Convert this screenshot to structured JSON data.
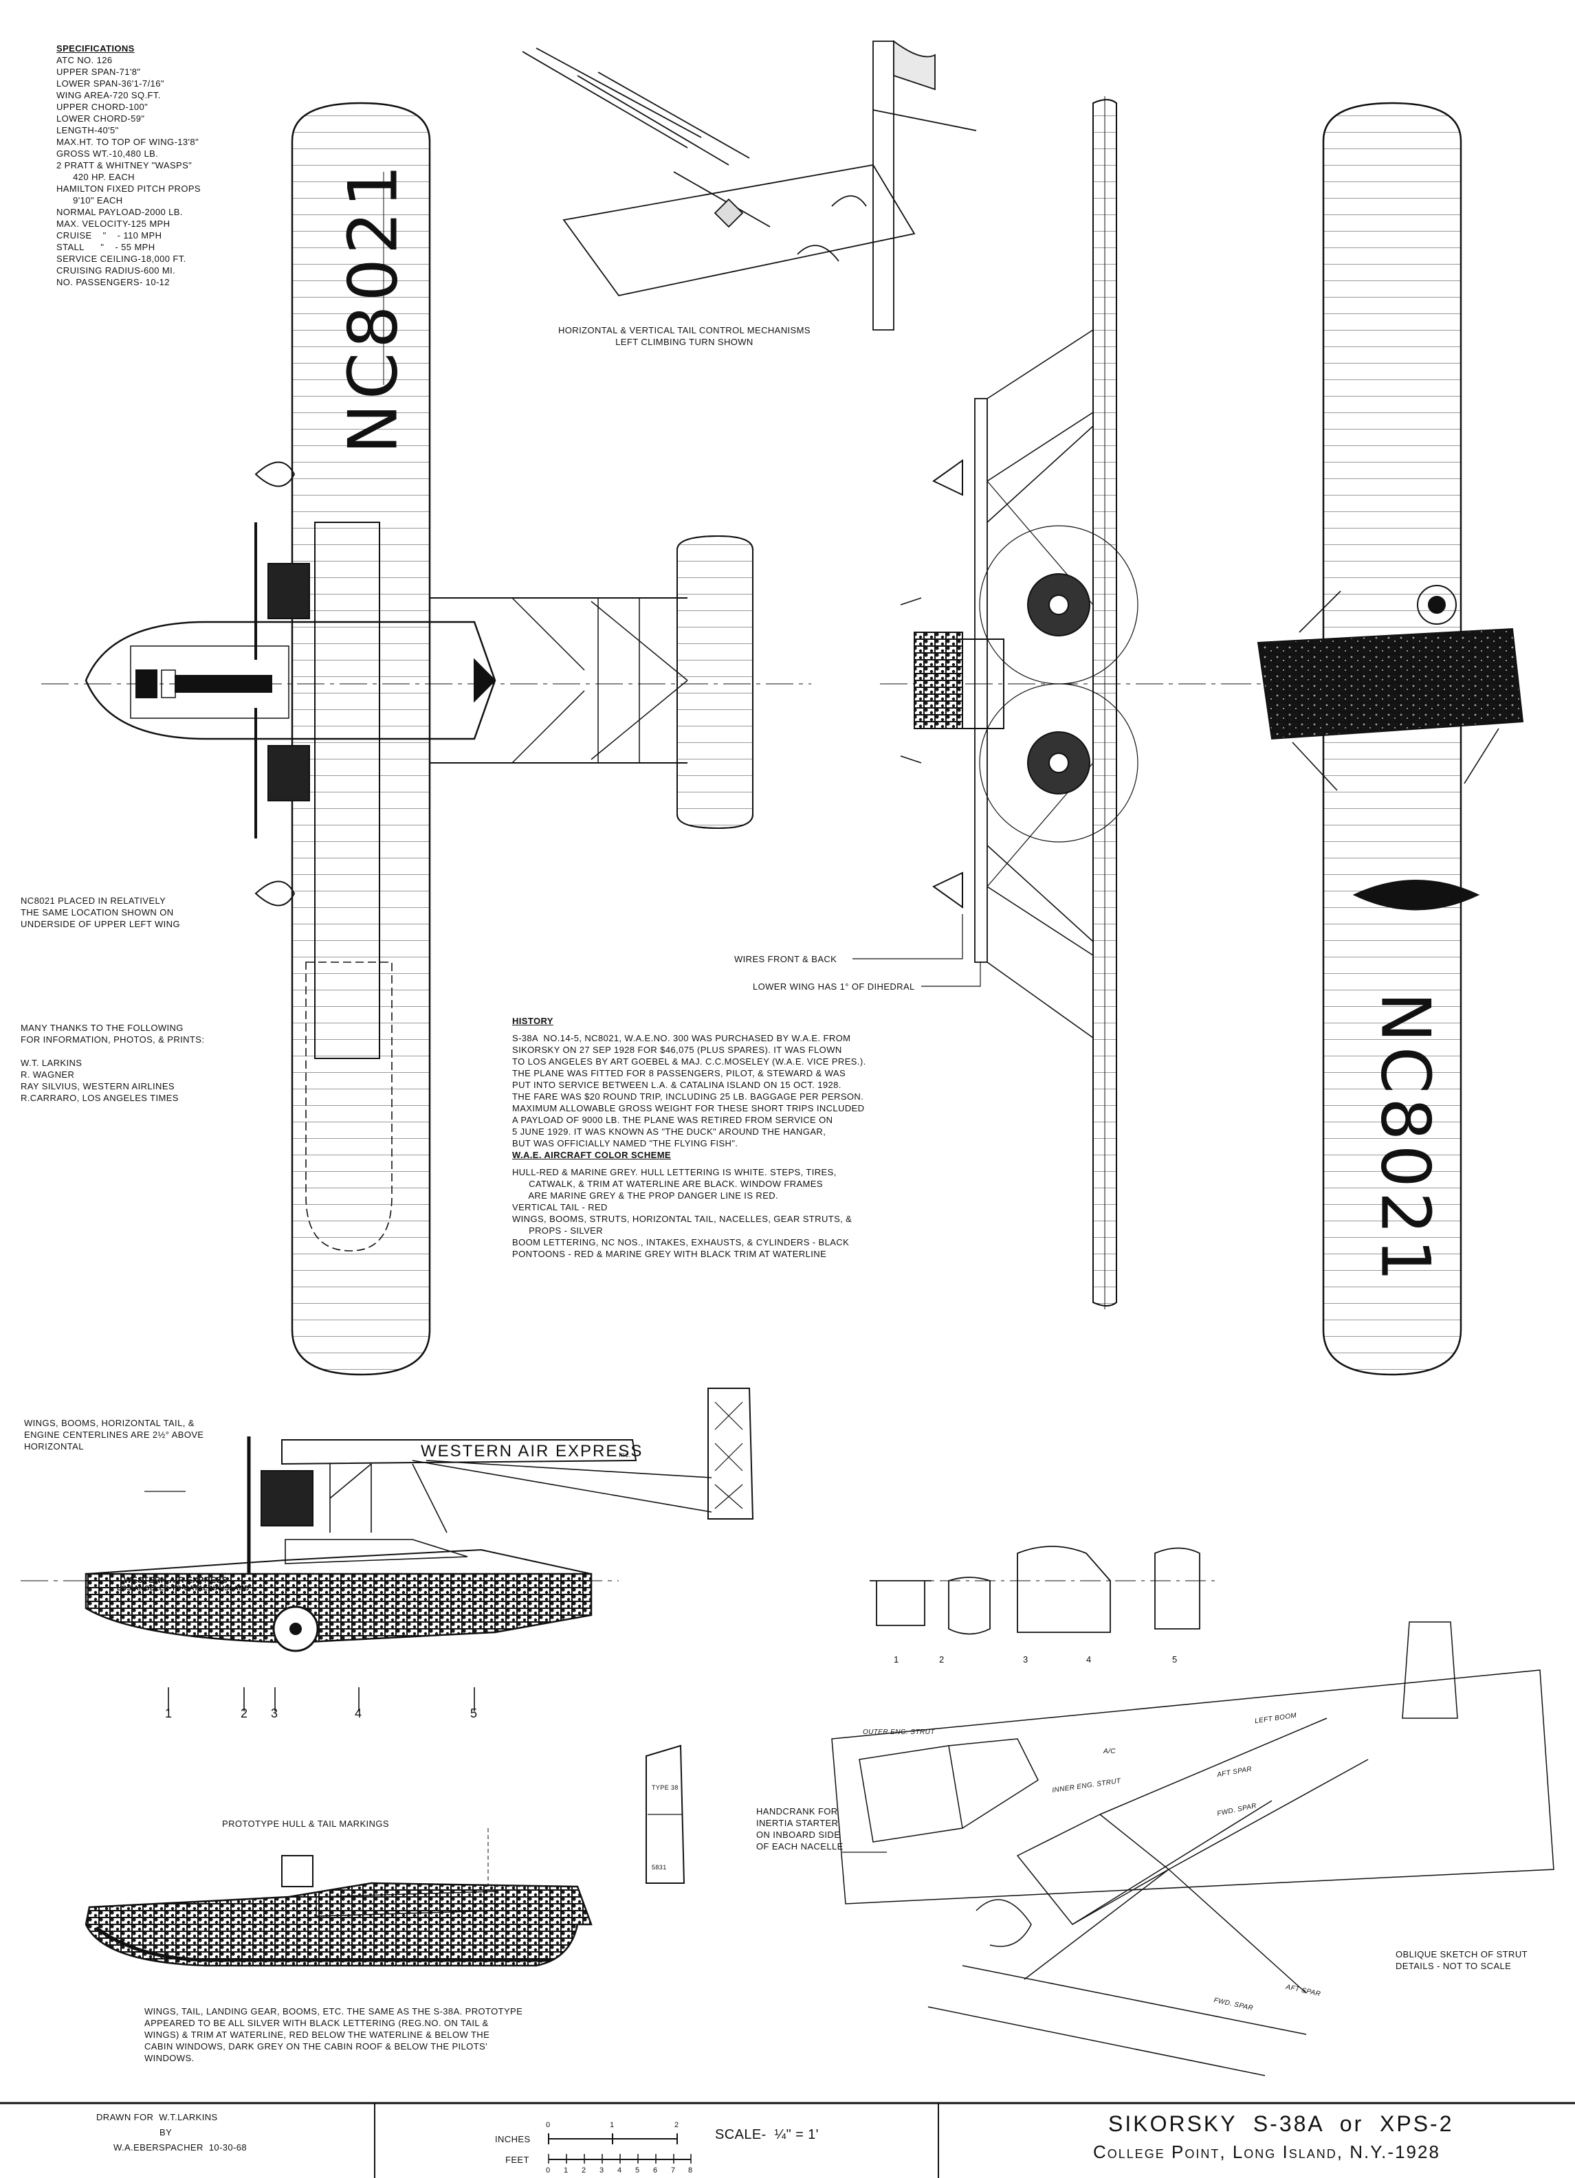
{
  "specifications": {
    "heading": "SPECIFICATIONS",
    "lines": [
      "ATC NO. 126",
      "UPPER SPAN-71'8\"",
      "LOWER SPAN-36'1-7/16\"",
      "WING AREA-720 SQ.FT.",
      "UPPER CHORD-100\"",
      "LOWER CHORD-59\"",
      "LENGTH-40'5\"",
      "MAX.HT. TO TOP OF WING-13'8\"",
      "GROSS WT.-10,480 LB.",
      "2 PRATT & WHITNEY \"WASPS\"",
      "      420 HP. EACH",
      "HAMILTON FIXED PITCH PROPS",
      "      9'10\" EACH",
      "NORMAL PAYLOAD-2000 LB.",
      "MAX. VELOCITY-125 MPH",
      "CRUISE    \"    - 110 MPH",
      "STALL      \"    - 55 MPH",
      "SERVICE CEILING-18,000 FT.",
      "CRUISING RADIUS-600 MI.",
      "NO. PASSENGERS- 10-12"
    ]
  },
  "tail_caption": [
    "HORIZONTAL & VERTICAL TAIL CONTROL MECHANISMS",
    "LEFT CLIMBING TURN SHOWN"
  ],
  "registration": "NC8021",
  "registration_note": [
    "NC8021 PLACED IN RELATIVELY",
    "THE SAME LOCATION SHOWN ON",
    "UNDERSIDE OF UPPER LEFT WING"
  ],
  "thanks": [
    "MANY THANKS TO THE FOLLOWING",
    "FOR INFORMATION, PHOTOS, & PRINTS:",
    "",
    "W.T. LARKINS",
    "R. WAGNER",
    "RAY SILVIUS, WESTERN AIRLINES",
    "R.CARRARO, LOS ANGELES TIMES"
  ],
  "front_labels": {
    "wires": "WIRES FRONT & BACK",
    "dihedral": "LOWER WING HAS 1° OF DIHEDRAL"
  },
  "history": {
    "heading": "HISTORY",
    "lines": [
      "S-38A  NO.14-5, NC8021, W.A.E.NO. 300 WAS PURCHASED BY W.A.E. FROM",
      "SIKORSKY ON 27 SEP 1928 FOR $46,075 (PLUS SPARES). IT WAS FLOWN",
      "TO LOS ANGELES BY ART GOEBEL & MAJ. C.C.MOSELEY (W.A.E. VICE PRES.).",
      "THE PLANE WAS FITTED FOR 8 PASSENGERS, PILOT, & STEWARD & WAS",
      "PUT INTO SERVICE BETWEEN L.A. & CATALINA ISLAND ON 15 OCT. 1928.",
      "THE FARE WAS $20 ROUND TRIP, INCLUDING 25 LB. BAGGAGE PER PERSON.",
      "MAXIMUM ALLOWABLE GROSS WEIGHT FOR THESE SHORT TRIPS INCLUDED",
      "A PAYLOAD OF 9000 LB. THE PLANE WAS RETIRED FROM SERVICE ON",
      "5 JUNE 1929. IT WAS KNOWN AS \"THE DUCK\" AROUND THE HANGAR,",
      "BUT WAS OFFICIALLY NAMED \"THE FLYING FISH\"."
    ]
  },
  "color_scheme": {
    "heading": "W.A.E. AIRCRAFT COLOR SCHEME",
    "lines": [
      "HULL-RED & MARINE GREY. HULL LETTERING IS WHITE. STEPS, TIRES,",
      "      CATWALK, & TRIM AT WATERLINE ARE BLACK. WINDOW FRAMES",
      "      ARE MARINE GREY & THE PROP DANGER LINE IS RED.",
      "VERTICAL TAIL - RED",
      "WINGS, BOOMS, STRUTS, HORIZONTAL TAIL, NACELLES, GEAR STRUTS, &",
      "      PROPS - SILVER",
      "BOOM LETTERING, NC NOS., INTAKES, EXHAUSTS, & CYLINDERS - BLACK",
      "PONTOONS - RED & MARINE GREY WITH BLACK TRIM AT WATERLINE"
    ]
  },
  "side_note": [
    "WINGS, BOOMS, HORIZONTAL TAIL, &",
    "ENGINE CENTERLINES ARE 2½° ABOVE",
    "HORIZONTAL"
  ],
  "wing_lettering": "WESTERN AIR EXPRESS",
  "wing_lettering_suffix": "Inc.",
  "hull_lettering": [
    "WESTERN AIR EXPRESS",
    "LOS ANGELES-TO-CATALINA ISLAND"
  ],
  "station_numbers": [
    "1",
    "2",
    "3",
    "4",
    "5"
  ],
  "section_numbers": [
    "1",
    "2",
    "3",
    "4",
    "5"
  ],
  "prototype_caption": "PROTOTYPE HULL & TAIL MARKINGS",
  "tail_markings": [
    "TYPE 38",
    "5831"
  ],
  "handcrank_note": [
    "HANDCRANK FOR",
    "INERTIA STARTER",
    "ON INBOARD SIDE",
    "OF EACH NACELLE"
  ],
  "prototype_note": [
    "WINGS, TAIL, LANDING GEAR, BOOMS, ETC. THE SAME AS THE S-38A. PROTOTYPE",
    "APPEARED TO BE ALL SILVER WITH BLACK LETTERING (REG.NO. ON TAIL &",
    "WINGS) & TRIM AT WATERLINE, RED BELOW THE WATERLINE & BELOW THE",
    "CABIN WINDOWS, DARK GREY ON THE CABIN ROOF & BELOW THE PILOTS'",
    "WINDOWS."
  ],
  "strut_labels": [
    "OUTER ENG. STRUT",
    "LEFT BOOM",
    "A/C",
    "INNER ENG. STRUT",
    "AFT SPAR",
    "FWD. SPAR",
    "AFT SPAR",
    "FWD. SPAR"
  ],
  "oblique_note": [
    "OBLIQUE SKETCH OF STRUT",
    "DETAILS - NOT TO SCALE"
  ],
  "title_block": {
    "drawn_for": "DRAWN FOR  W.T.LARKINS",
    "by": "BY",
    "drawn_by": "W.A.EBERSPACHER  10-30-68",
    "inches_label": "INCHES",
    "feet_label": "FEET",
    "inch_ticks": [
      "0",
      "1",
      "2"
    ],
    "feet_ticks": [
      "0",
      "1",
      "2",
      "3",
      "4",
      "5",
      "6",
      "7",
      "8"
    ],
    "scale": "SCALE-  ¼\" = 1'",
    "title": "SIKORSKY  S-38A  or  XPS-2",
    "location": "College Point, Long Island, N.Y.-1928"
  }
}
